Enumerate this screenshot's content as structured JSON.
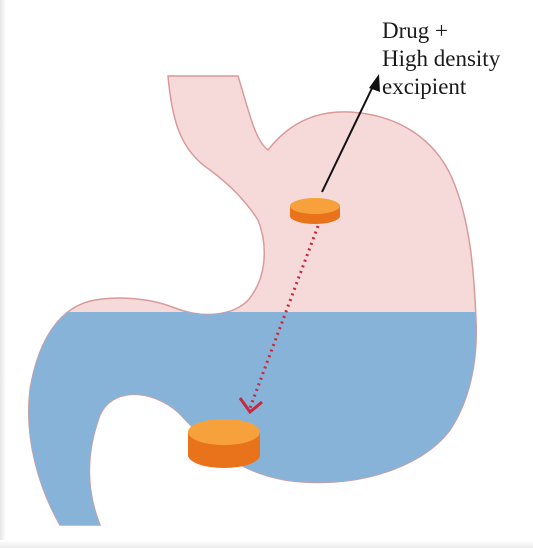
{
  "label": {
    "line1": "Drug +",
    "line2": "High density",
    "line3": "excipient"
  },
  "colors": {
    "stomach_wall": "#f6dada",
    "stomach_outline": "#d99a9a",
    "gastric_fluid": "#88b3d9",
    "tablet_top": "#f7a13c",
    "tablet_side": "#e8731a",
    "path_arrow": "#c8283c",
    "pointer_arrow": "#111111"
  },
  "icons": {
    "floating_tablet": "tablet-icon",
    "sunken_tablet": "tablet-icon"
  }
}
